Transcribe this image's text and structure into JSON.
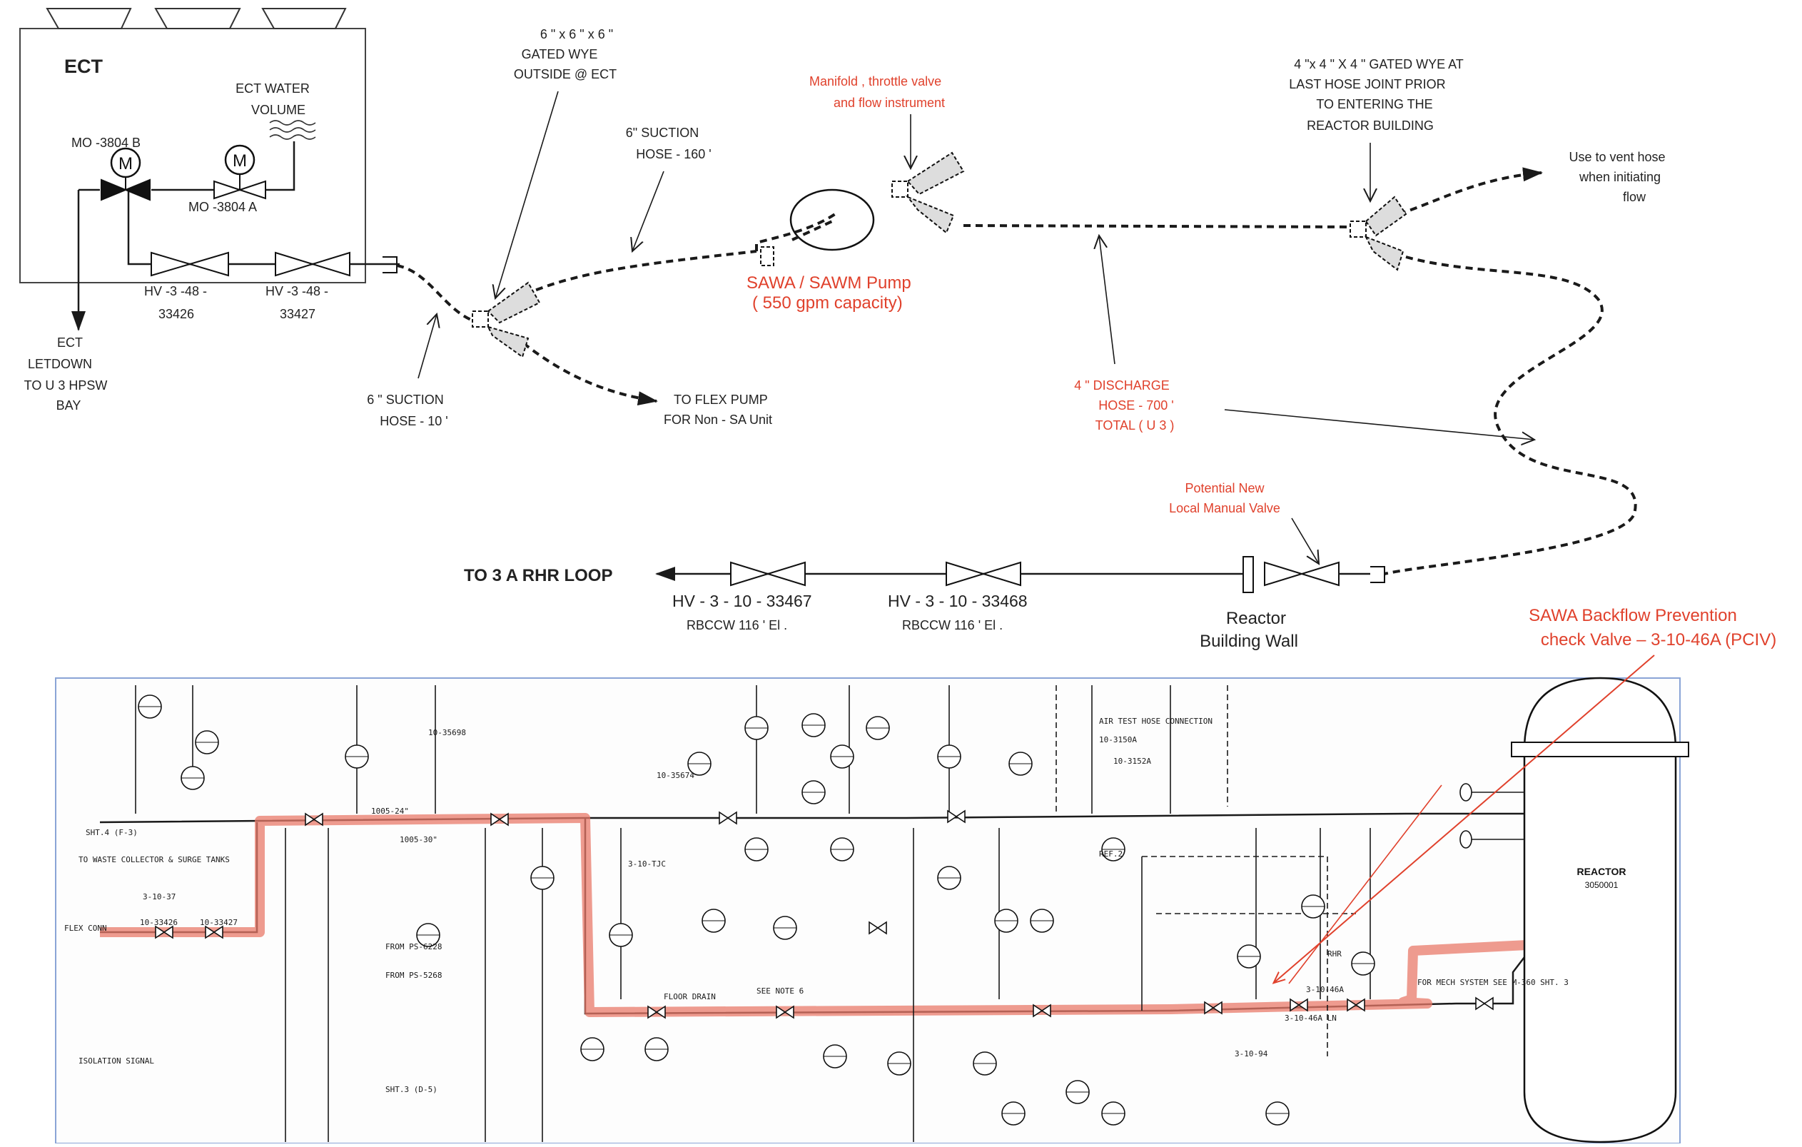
{
  "ect": {
    "title": "ECT",
    "water_volume": [
      "ECT WATER",
      "VOLUME"
    ],
    "mo_b": "MO    -3804    B",
    "mo_a": "MO    -3804    A",
    "motor_symbol": "M",
    "hv1_tag": "HV    -3  -48    -",
    "hv1_num": "33426",
    "hv2_tag": "HV    -3  -48    -",
    "hv2_num": "33427",
    "letdown": [
      "ECT",
      "LETDOWN",
      "TO U    3  HPSW",
      "BAY"
    ]
  },
  "labels": {
    "wye_outside": [
      "6 \" x 6 \" x 6 \"",
      "GATED WYE",
      "OUTSIDE       @  ECT"
    ],
    "suction_160": [
      "6\"   SUCTION",
      "HOSE     -  160   '"
    ],
    "suction_10": [
      "6 \"  SUCTION",
      "HOSE     -  10  '"
    ],
    "flex_pump": [
      "TO FLEX PUMP",
      "FOR Non       - SA Unit"
    ],
    "manifold": [
      "Manifold        , throttle   valve",
      "and flow  instrument"
    ],
    "pump": [
      "SAWA / SAWM  Pump",
      "( 550 gpm capacity)"
    ],
    "wye_last": [
      "4 \"x 4  \" X 4 \"  GATED WYE AT",
      "LAST HOSE JOINT PRIOR",
      "TO ENTERING   THE",
      "REACTOR BUILDING"
    ],
    "vent": [
      "Use to  vent hose",
      "when  initiating",
      "flow"
    ],
    "discharge": [
      "4 \"   DISCHARGE",
      "HOSE     -  700   '",
      "TOTAL      ( U 3 )"
    ],
    "potential_valve": [
      "Potential   New",
      "Local  Manual  Valve"
    ],
    "rhr_loop": "TO    3 A RHR LOOP",
    "hv_33467": "HV  - 3 - 10  - 33467",
    "hv_33468": "HV  - 3 - 10  - 33468",
    "rbccw_1": "RBCCW       116    ' El .",
    "rbccw_2": "RBCCW       116    ' El .",
    "reactor_wall": [
      "Reactor",
      "Building Wall"
    ],
    "backflow": [
      "SAWA Backflow Prevention",
      "check Valve – 3-10-46A (PCIV)"
    ]
  },
  "pid": {
    "reactor": [
      "REACTOR",
      "3050001"
    ],
    "tags": [
      "10-33426",
      "10-33427",
      "3-10-37",
      "FLEX CONN",
      "TO WASTE COLLECTOR & SURGE TANKS",
      "1005-24\"",
      "1005-30\"",
      "10-35698",
      "3-10-TJC",
      "10-35674",
      "3-10-46A",
      "RHR",
      "REF.2",
      "ISOLATION SIGNAL",
      "SHT.3 (D-5)",
      "SHT.4 (F-3)",
      "AIR TEST HOSE CONNECTION",
      "FROM PS-6228",
      "FROM PS-5268",
      "10-3150A",
      "10-3152A",
      "FLOOR DRAIN",
      "SEE NOTE 6",
      "3-10-94",
      "3-10-46A LN",
      "FOR MECH SYSTEM SEE M-360 SHT. 3"
    ]
  },
  "colors": {
    "annotation_red": "#e0412c",
    "highlight": "#e87a6a",
    "frame_blue": "#8aa4d6",
    "line": "#1a1a1a"
  }
}
